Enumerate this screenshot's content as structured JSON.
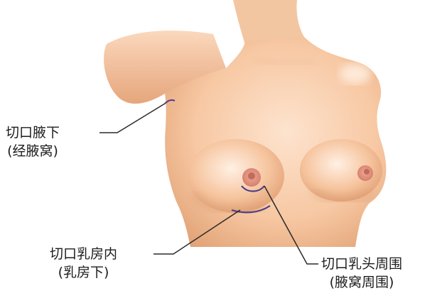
{
  "labels": {
    "axillary": {
      "line1": "切口腋下",
      "line2": "(经腋窝)"
    },
    "inframammary": {
      "line1": "切口乳房内",
      "line2": "(乳房下)"
    },
    "periareolar": {
      "line1": "切口乳头周围",
      "line2": "(腋窝周围)"
    }
  },
  "colors": {
    "incision": "#4a3f86",
    "leader": "#2a2a2a",
    "skin_light": "#fde3ce",
    "skin_mid": "#f3bf98",
    "skin_shadow": "#d88f63",
    "areola": "#d98a7c"
  }
}
